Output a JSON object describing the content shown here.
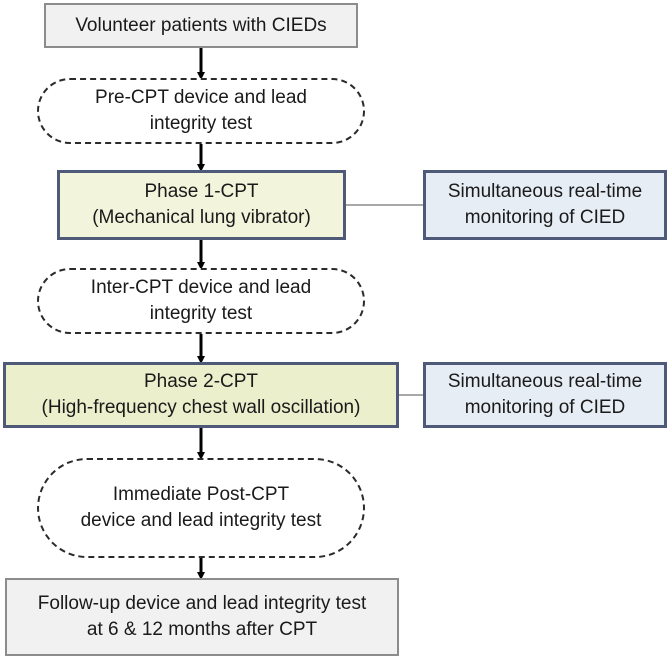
{
  "flowchart": {
    "start": {
      "lines": [
        "Volunteer patients with CIEDs"
      ]
    },
    "pre_test": {
      "lines": [
        "Pre-CPT device and lead",
        "integrity test"
      ]
    },
    "phase1": {
      "lines": [
        "Phase 1-CPT",
        "(Mechanical lung vibrator)"
      ]
    },
    "monitor1": {
      "lines": [
        "Simultaneous real-time",
        "monitoring of CIED"
      ]
    },
    "inter_test": {
      "lines": [
        "Inter-CPT device and lead",
        "integrity test"
      ]
    },
    "phase2": {
      "lines": [
        "Phase 2-CPT",
        "(High-frequency chest wall oscillation)"
      ]
    },
    "monitor2": {
      "lines": [
        "Simultaneous real-time",
        "monitoring of CIED"
      ]
    },
    "post_test": {
      "lines": [
        "Immediate Post-CPT",
        "device and lead integrity test"
      ]
    },
    "follow_up": {
      "lines": [
        "Follow-up device and lead integrity test",
        "at 6 & 12 months after CPT"
      ]
    }
  },
  "colors": {
    "phase_border": "#4f5a78",
    "phase1_fill": "#f3f4dc",
    "phase2_fill": "#ecefcc",
    "monitor_fill": "#e6edf4",
    "terminal_fill": "#f1f1f1",
    "arrow": "#000000"
  }
}
